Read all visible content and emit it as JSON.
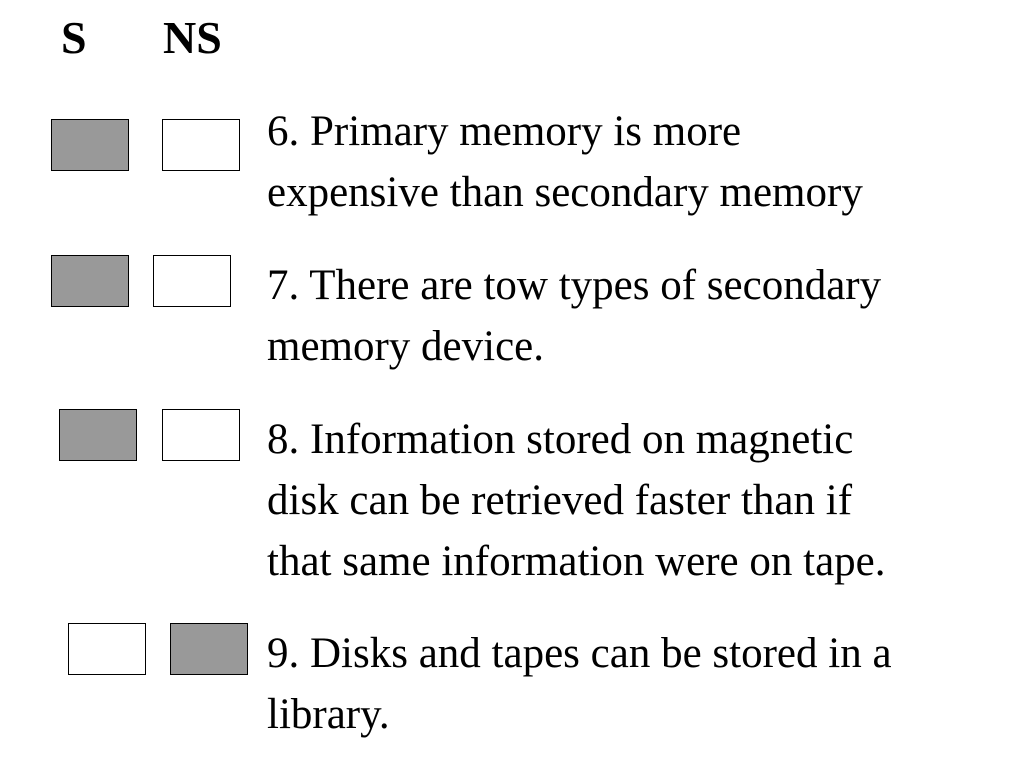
{
  "headers": {
    "s": "S",
    "ns": "NS"
  },
  "colors": {
    "checked_fill": "#999999",
    "unchecked_fill": "#ffffff",
    "border": "#000000"
  },
  "items": [
    {
      "text": " 6. Primary memory is more\nexpensive than secondary memory",
      "s_checked": true,
      "ns_checked": false
    },
    {
      "text": "7. There are tow types of secondary\nmemory device.",
      "s_checked": true,
      "ns_checked": false
    },
    {
      "text": "8. Information stored on magnetic\ndisk can be retrieved faster than if\nthat same information were on tape.",
      "s_checked": true,
      "ns_checked": false
    },
    {
      "text": "9. Disks and tapes can be stored in a\nlibrary.",
      "s_checked": false,
      "ns_checked": true
    }
  ]
}
